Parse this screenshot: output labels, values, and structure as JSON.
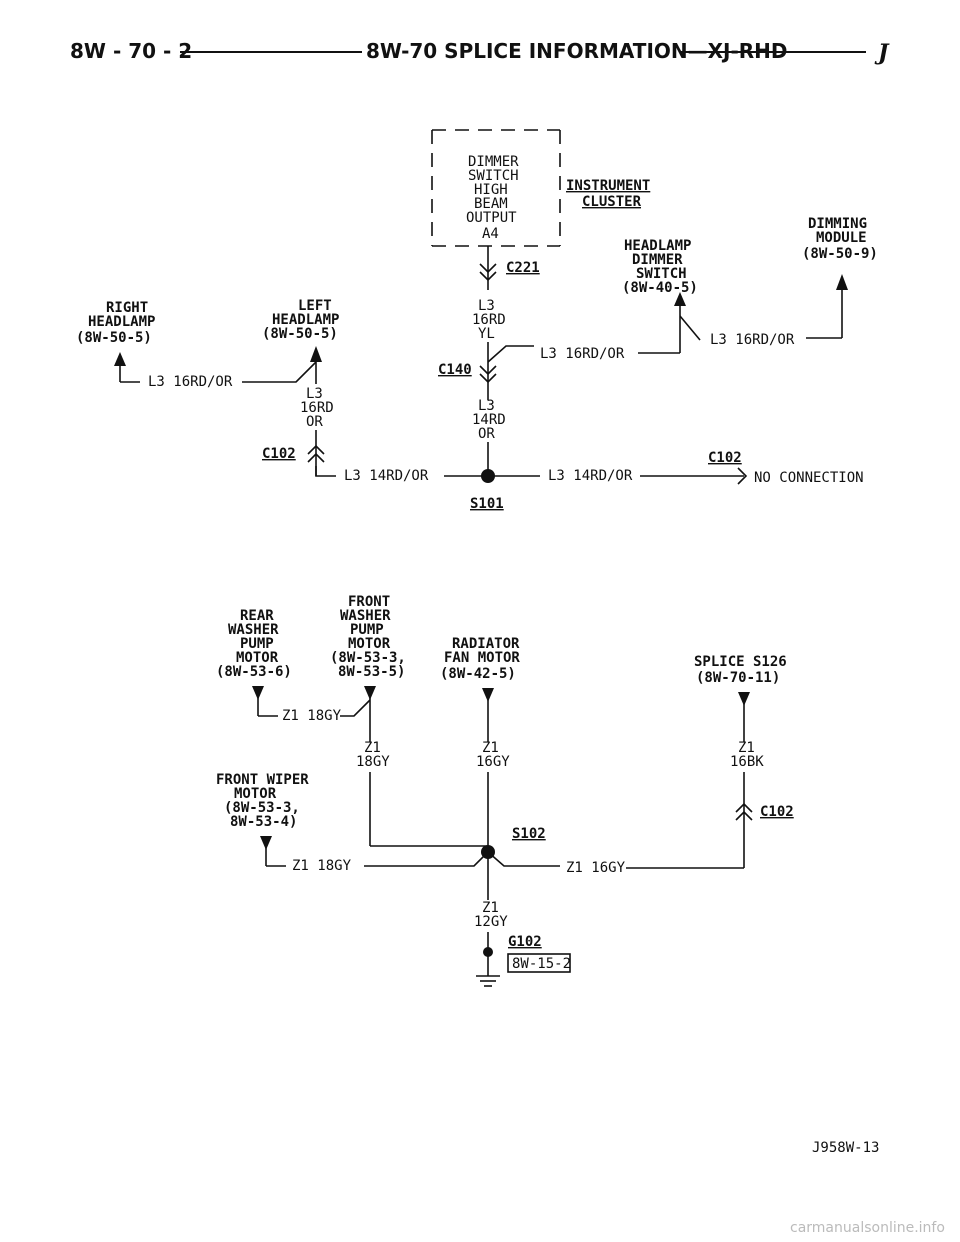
{
  "header": {
    "page_number": "8W - 70 - 2",
    "title": "8W-70 SPLICE INFORMATION—XJ-RHD",
    "letter": "J"
  },
  "top": {
    "dimmer_switch_box": [
      "DIMMER",
      "SWITCH",
      "HIGH",
      "BEAM",
      "OUTPUT",
      "A4"
    ],
    "instrument_cluster": "INSTRUMENT\nCLUSTER",
    "dimming_module": [
      "DIMMING",
      "MODULE",
      "(8W-50-9)"
    ],
    "headlamp_dimmer": [
      "HEADLAMP",
      "DIMMER",
      "SWITCH",
      "(8W-40-5)"
    ],
    "right_headlamp": [
      "RIGHT",
      "HEADLAMP",
      "(8W-50-5)"
    ],
    "left_headlamp": [
      "LEFT",
      "HEADLAMP",
      "(8W-50-5)"
    ],
    "c221": "C221",
    "wire_l3_16rd_yl": [
      "L3",
      "16RD",
      "YL"
    ],
    "c140": "C140",
    "wire_l3_14rd_or_v": [
      "L3",
      "14RD",
      "OR"
    ],
    "wire_l3_16rd_or_v": [
      "L3",
      "16RD",
      "OR"
    ],
    "c102_left": "C102",
    "c102_right": "C102",
    "l3_16rd_or_label": "L3 16RD/OR",
    "l3_14rd_or_label": "L3 14RD/OR",
    "no_connection": "NO CONNECTION",
    "s101": "S101"
  },
  "bottom": {
    "rear_washer": [
      "REAR",
      "WASHER",
      "PUMP",
      "MOTOR",
      "(8W-53-6)"
    ],
    "front_washer": [
      "FRONT",
      "WASHER",
      "PUMP",
      "MOTOR",
      "(8W-53-3,",
      "8W-53-5)"
    ],
    "radiator_fan": [
      "RADIATOR",
      "FAN MOTOR",
      "(8W-42-5)"
    ],
    "splice_s126": [
      "SPLICE S126",
      "(8W-70-11)"
    ],
    "front_wiper": [
      "FRONT WIPER",
      "MOTOR",
      "(8W-53-3,",
      "8W-53-4)"
    ],
    "z1_18gy_label": "Z1 18GY",
    "z1_16gy_label": "Z1 16GY",
    "wire_z1_18gy_v": [
      "Z1",
      "18GY"
    ],
    "wire_z1_16gy_v": [
      "Z1",
      "16GY"
    ],
    "wire_z1_16bk_v": [
      "Z1",
      "16BK"
    ],
    "wire_z1_12gy_v": [
      "Z1",
      "12GY"
    ],
    "c102": "C102",
    "s102": "S102",
    "g102": "G102",
    "ground_ref": "8W-15-2"
  },
  "figure_code": "J958W-13",
  "watermark": "carmanualsonline.info"
}
